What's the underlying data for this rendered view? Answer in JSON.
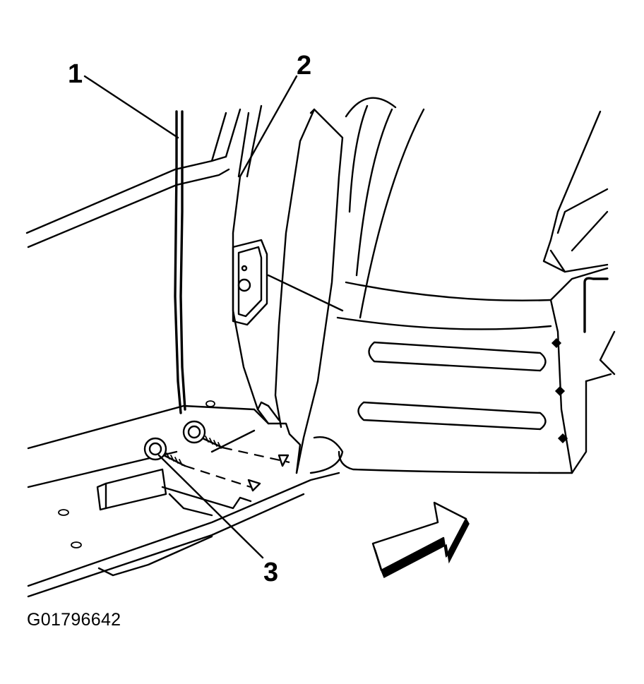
{
  "callouts": [
    {
      "id": "1",
      "label": "1"
    },
    {
      "id": "2",
      "label": "2"
    },
    {
      "id": "3",
      "label": "3"
    }
  ],
  "figure_id": "G01796642",
  "icons": [
    "direction-arrow-icon",
    "bolt-icon"
  ]
}
